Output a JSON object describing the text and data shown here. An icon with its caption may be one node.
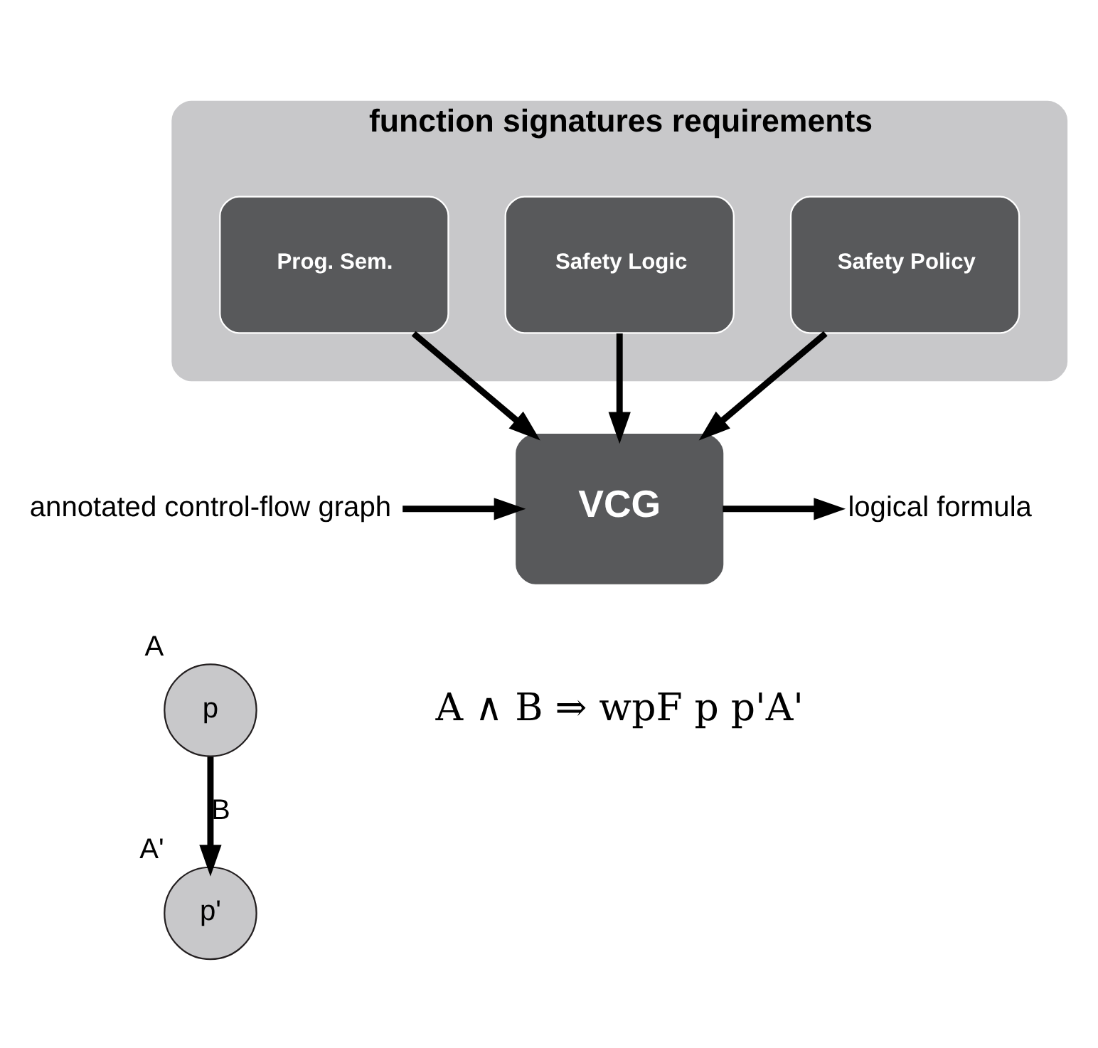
{
  "diagram": {
    "nodes": [
      {
        "text": [
          "function signatures requirements"
        ]
      },
      {
        "text": [
          "Prog. Sem."
        ],
        "in": 0
      },
      {
        "text": [
          "Safety Logic"
        ],
        "in": 0
      },
      {
        "text": [
          "Safety Policy"
        ],
        "in": 0
      },
      {
        "text": [
          "VCG"
        ]
      },
      {
        "text": [
          "annotated control-flow graph"
        ]
      },
      {
        "text": [
          "logical formula"
        ]
      },
      {
        "text": [
          "p"
        ],
        "beside": [
          "A"
        ]
      },
      {
        "text": [
          "p'"
        ],
        "beside": [
          "A'"
        ]
      }
    ],
    "edges": [
      {
        "from": 1,
        "to": 4,
        "arrow": "to"
      },
      {
        "from": 2,
        "to": 4,
        "arrow": "to"
      },
      {
        "from": 3,
        "to": 4,
        "arrow": "to"
      },
      {
        "from": 5,
        "to": 4,
        "arrow": "to"
      },
      {
        "from": 4,
        "to": 6,
        "arrow": "to"
      },
      {
        "from": 7,
        "to": 8,
        "label": "B",
        "arrow": "to"
      }
    ],
    "labels": [
      "A ∧ B ⇒ wpF p p'A'"
    ]
  }
}
